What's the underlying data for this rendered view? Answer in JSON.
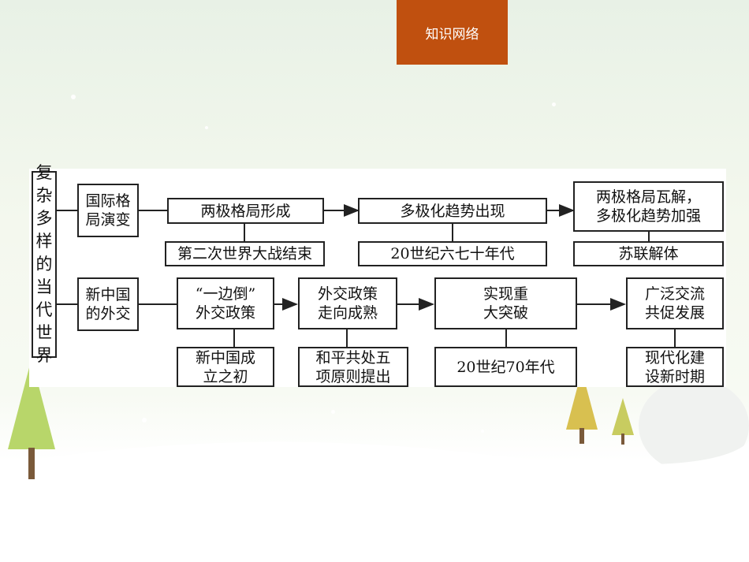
{
  "header": {
    "tab_label": "知识网络"
  },
  "diagram": {
    "root": "复杂多样的当代世界",
    "row1": {
      "category": "国际格\n局演变",
      "stages": [
        "两极格局形成",
        "多极化趋势出现",
        "两极格局瓦解，\n多极化趋势加强"
      ],
      "times": [
        "第二次世界大战结束",
        "20世纪六七十年代",
        "苏联解体"
      ]
    },
    "row2": {
      "category": "新中国\n的外交",
      "stages": [
        "“一边倒”\n外交政策",
        "外交政策\n走向成熟",
        "实现重\n大突破",
        "广泛交流\n共促发展"
      ],
      "times": [
        "新中国成\n立之初",
        "和平共处五\n项原则提出",
        "20世纪70年代",
        "现代化建\n设新时期"
      ]
    }
  },
  "colors": {
    "tab": "#c0500f",
    "line": "#222222"
  }
}
